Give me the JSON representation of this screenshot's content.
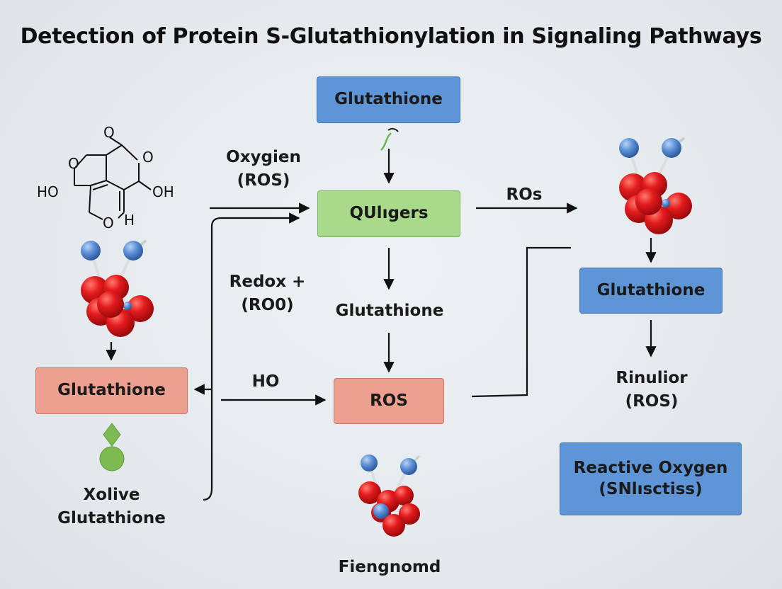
{
  "title": "Detection of Protein S-Glutathionylation in Signaling Pathways",
  "boxes": {
    "glutathione_top": "Glutathione",
    "quligers": "QUlıgers",
    "ros_center": "ROS",
    "glutathione_left": "Glutathione",
    "glutathione_right": "Glutathione",
    "reactive_oxygen_line1": "Reactive Oxygen",
    "reactive_oxygen_line2": "(SNlısctiss)"
  },
  "labels": {
    "oxygien_line1": "Oxygien",
    "oxygien_line2": "(ROS)",
    "ros_arrow": "ROs",
    "redox_line1": "Redox +",
    "redox_line2": "(RO0)",
    "glutathione_mid": "Glutathione",
    "ho": "HO",
    "rinulior_line1": "Rinulior",
    "rinulior_line2": "(ROS)",
    "xolive_line1": "Xolive",
    "xolive_line2": "Glutathione",
    "fiengnomd": "Fiengnomd"
  },
  "structure_labels": {
    "o_top": "O",
    "o_right": "O",
    "o_left": "O",
    "ho": "HO",
    "oh": "OH",
    "o_bottom": "O",
    "h_bottom": "H"
  },
  "colors": {
    "box_blue": "#5d95d6",
    "box_green": "#a9d98b",
    "box_salmon": "#eda08f",
    "atom_red": "#e0171a",
    "atom_blue": "#5b8fd6",
    "leaf_green": "#7dbb52"
  }
}
